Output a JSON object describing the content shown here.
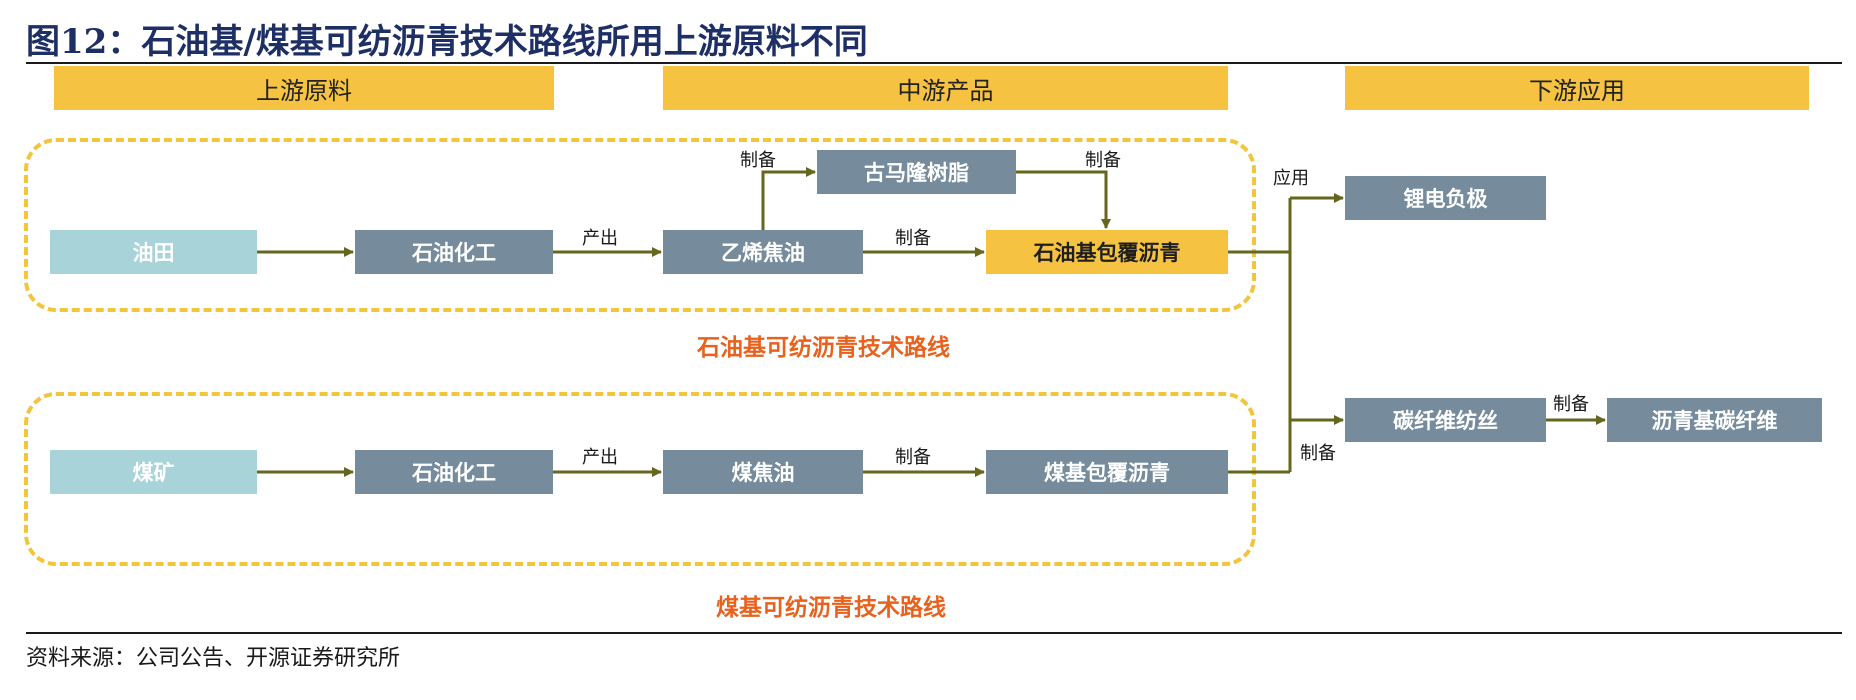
{
  "figure_title": "图12：石油基/煤基可纺沥青技术路线所用上游原料不同",
  "columns": {
    "upstream": "上游原料",
    "midstream": "中游产品",
    "downstream": "下游应用"
  },
  "petroleum_route": {
    "label": "石油基可纺沥青技术路线",
    "nodes": {
      "oilfield": "油田",
      "petrochem": "石油化工",
      "ethylene_tar": "乙烯焦油",
      "coumarone_resin": "古马隆树脂",
      "coated_pitch": "石油基包覆沥青"
    }
  },
  "coal_route": {
    "label": "煤基可纺沥青技术路线",
    "nodes": {
      "coal_mine": "煤矿",
      "petrochem": "石油化工",
      "coal_tar": "煤焦油",
      "coated_pitch": "煤基包覆沥青"
    }
  },
  "downstream": {
    "li_anode": "锂电负极",
    "fiber_spinning": "碳纤维纺丝",
    "pitch_carbon_fiber": "沥青基碳纤维"
  },
  "edge_labels": {
    "produce": "产出",
    "prepare": "制备",
    "apply": "应用"
  },
  "source_note": "资料来源：公司公告、开源证券研究所",
  "colors": {
    "title": "#1e2f66",
    "header_fill": "#f5c242",
    "dash_border": "#f2c53d",
    "source_node": "#a8d3d9",
    "grey_node": "#768c9d",
    "highlight_node": "#f5c242",
    "route_label": "#e8621e",
    "connector": "#66661e"
  }
}
